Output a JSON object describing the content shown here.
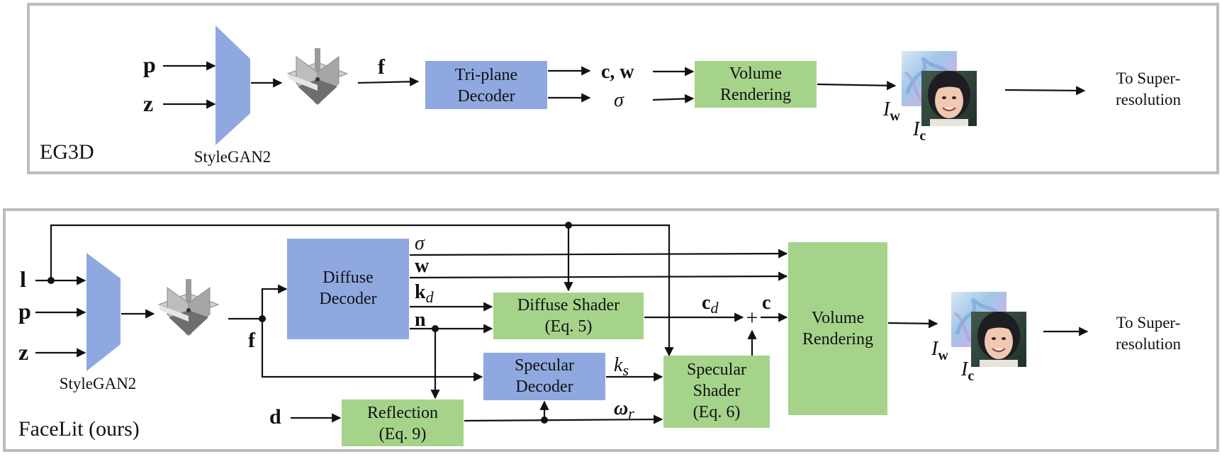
{
  "eg3d": {
    "title": "EG3D",
    "inputs": {
      "p": "p",
      "z": "z"
    },
    "generator": "StyleGAN2",
    "feature": "f",
    "decoder": {
      "line1": "Tri-plane",
      "line2": "Decoder"
    },
    "outputs": {
      "cw": "c, w",
      "sigma": "σ"
    },
    "render": {
      "line1": "Volume",
      "line2": "Rendering"
    },
    "image_w": {
      "main": "I",
      "sub": "w"
    },
    "image_c": {
      "main": "I",
      "sub": "c"
    },
    "next": {
      "line1": "To Super-",
      "line2": "resolution"
    }
  },
  "facelit": {
    "title": "FaceLit (ours)",
    "inputs": {
      "l": "l",
      "p": "p",
      "z": "z",
      "d": "d"
    },
    "generator": "StyleGAN2",
    "feature": "f",
    "diffuse_decoder": {
      "line1": "Diffuse",
      "line2": "Decoder"
    },
    "outputs": {
      "sigma": "σ",
      "w": "w",
      "kd": {
        "main": "k",
        "sub": "d"
      },
      "n": "n"
    },
    "diffuse_shader": {
      "line1": "Diffuse Shader",
      "line2": "(Eq. 5)"
    },
    "specular_decoder": {
      "line1": "Specular",
      "line2": "Decoder"
    },
    "ks": {
      "main": "k",
      "sub": "s"
    },
    "omega_r": {
      "main": "ω",
      "sub": "r"
    },
    "specular_shader": {
      "line1": "Specular",
      "line2": "Shader",
      "line3": "(Eq. 6)"
    },
    "reflection": {
      "line1": "Reflection",
      "line2": "(Eq. 9)"
    },
    "cd": {
      "main": "c",
      "sub": "d"
    },
    "plus": "+",
    "c": "c",
    "render": {
      "line1": "Volume",
      "line2": "Rendering"
    },
    "image_w": {
      "main": "I",
      "sub": "w"
    },
    "image_c": {
      "main": "I",
      "sub": "c"
    },
    "next": {
      "line1": "To Super-",
      "line2": "resolution"
    }
  },
  "colors": {
    "decoder_blue": "#8fa9e0",
    "shader_green": "#a5d38a",
    "panel_border": "#bdbdbd"
  }
}
